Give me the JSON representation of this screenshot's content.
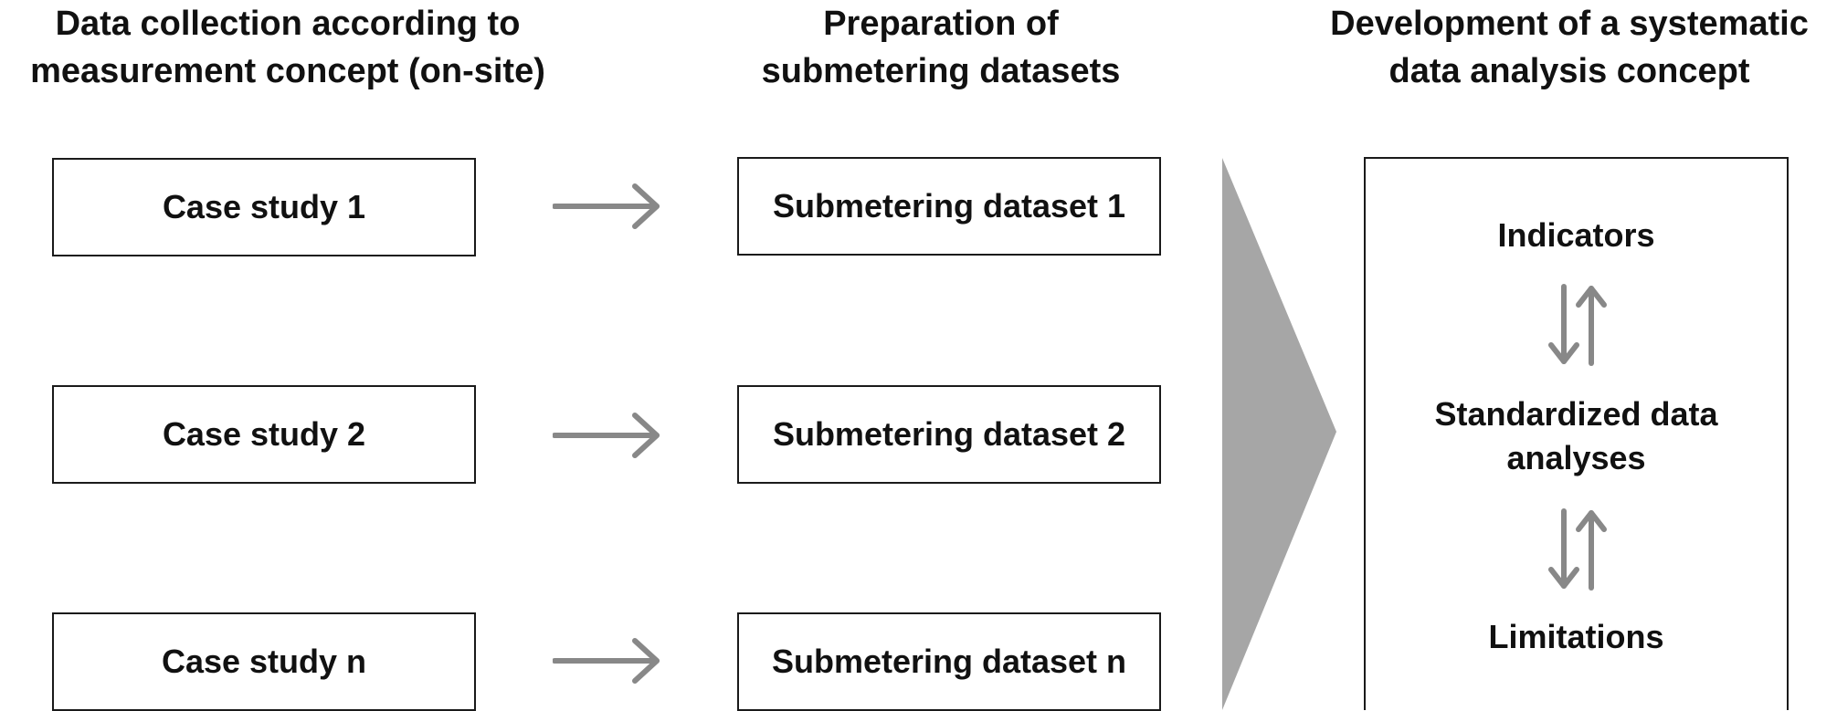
{
  "headings": {
    "collection": [
      "Data collection according to",
      "measurement concept (on-site)"
    ],
    "preparation": [
      "Preparation of",
      "submetering datasets"
    ],
    "development": [
      "Development of a systematic",
      "data analysis concept"
    ]
  },
  "case_studies": [
    "Case study 1",
    "Case study 2",
    "Case study n"
  ],
  "datasets": [
    "Submetering dataset 1",
    "Submetering dataset 2",
    "Submetering dataset n"
  ],
  "concept": {
    "indicators": "Indicators",
    "analyses": [
      "Standardized data",
      "analyses"
    ],
    "limitations": "Limitations"
  },
  "colors": {
    "arrow": "#888888",
    "chevron": "#a6a6a6",
    "border": "#1a1a1a"
  }
}
